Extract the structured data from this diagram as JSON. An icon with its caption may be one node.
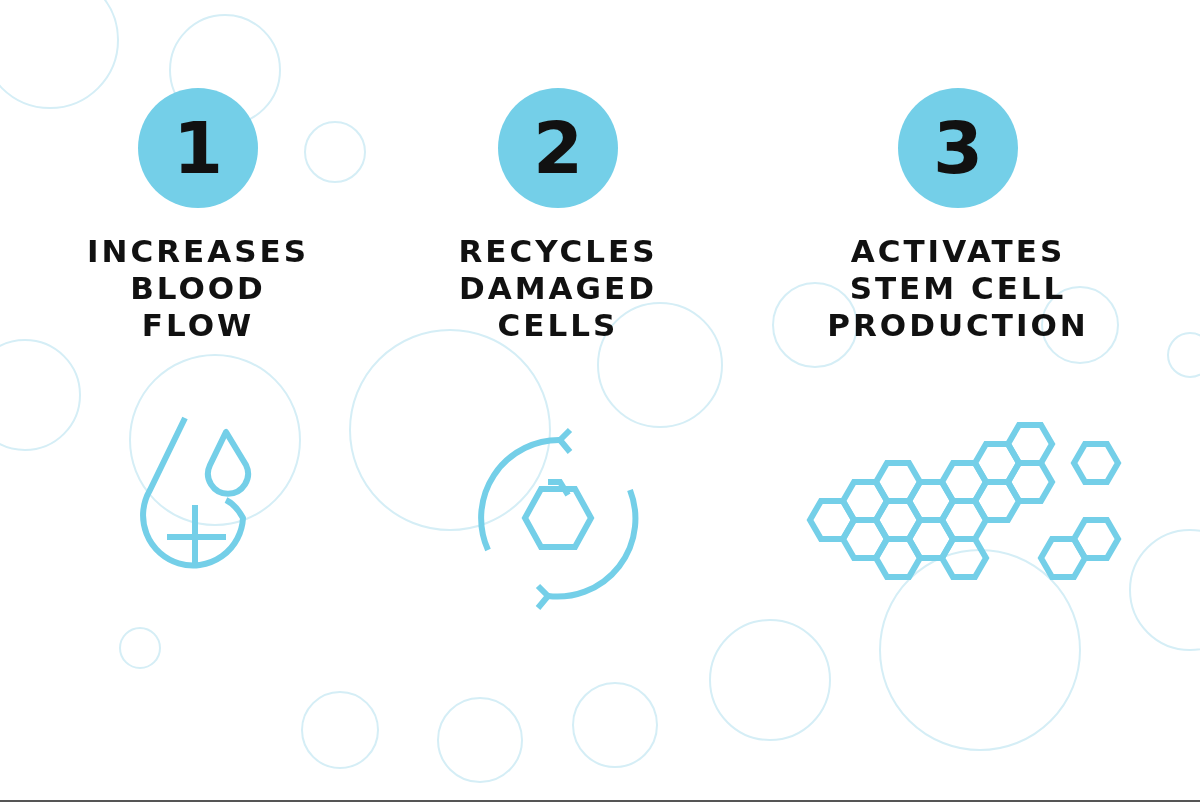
{
  "diagram": {
    "nodes": [
      {
        "text": [
          "1"
        ],
        "beside": [
          "INCREASES BLOOD FLOW"
        ]
      },
      {
        "text": [
          "2"
        ],
        "beside": [
          "RECYCLES DAMAGED CELLS"
        ]
      },
      {
        "text": [
          "3"
        ],
        "beside": [
          "ACTIVATES STEM CELL PRODUCTION"
        ]
      }
    ]
  }
}
